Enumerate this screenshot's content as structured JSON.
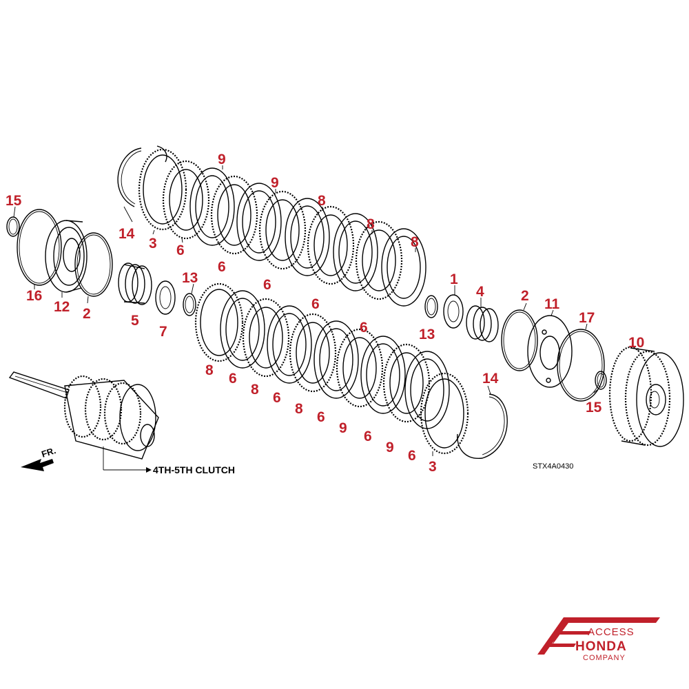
{
  "diagram": {
    "assembly_label": "4TH-5TH CLUTCH",
    "front_marker": "FR.",
    "drawing_code": "STX4A0430"
  },
  "callouts": [
    "15",
    "16",
    "12",
    "2",
    "14",
    "3",
    "6",
    "9",
    "6",
    "9",
    "6",
    "8",
    "6",
    "8",
    "6",
    "8",
    "5",
    "7",
    "13",
    "1",
    "13",
    "4",
    "2",
    "11",
    "17",
    "10",
    "15",
    "8",
    "6",
    "8",
    "6",
    "8",
    "6",
    "9",
    "6",
    "9",
    "6",
    "3",
    "14"
  ],
  "logo": {
    "line1": "ACCESS",
    "line2": "HONDA",
    "line3": "COMPANY",
    "color": "#c0202a"
  },
  "colors": {
    "callout": "#c0202a",
    "line": "#000000",
    "background": "#ffffff"
  }
}
